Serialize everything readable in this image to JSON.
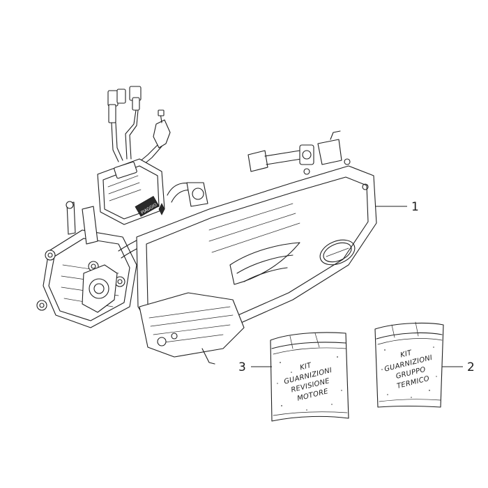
{
  "callouts": [
    {
      "id": "engine",
      "number": "1"
    },
    {
      "id": "gasket-kit-thermal",
      "number": "2"
    },
    {
      "id": "gasket-kit-engine",
      "number": "3"
    }
  ],
  "bag_left": {
    "lines": [
      "KIT",
      "GUARNIZIONI",
      "REVISIONE",
      "MOTORE"
    ]
  },
  "bag_right": {
    "lines": [
      "KIT",
      "GUARNIZIONI",
      "GRUPPO",
      "TERMICO"
    ]
  },
  "engine_badge": {
    "text": "PIAGGIO"
  },
  "colors": {
    "ink": "#1e1e1e",
    "background": "#ffffff"
  }
}
